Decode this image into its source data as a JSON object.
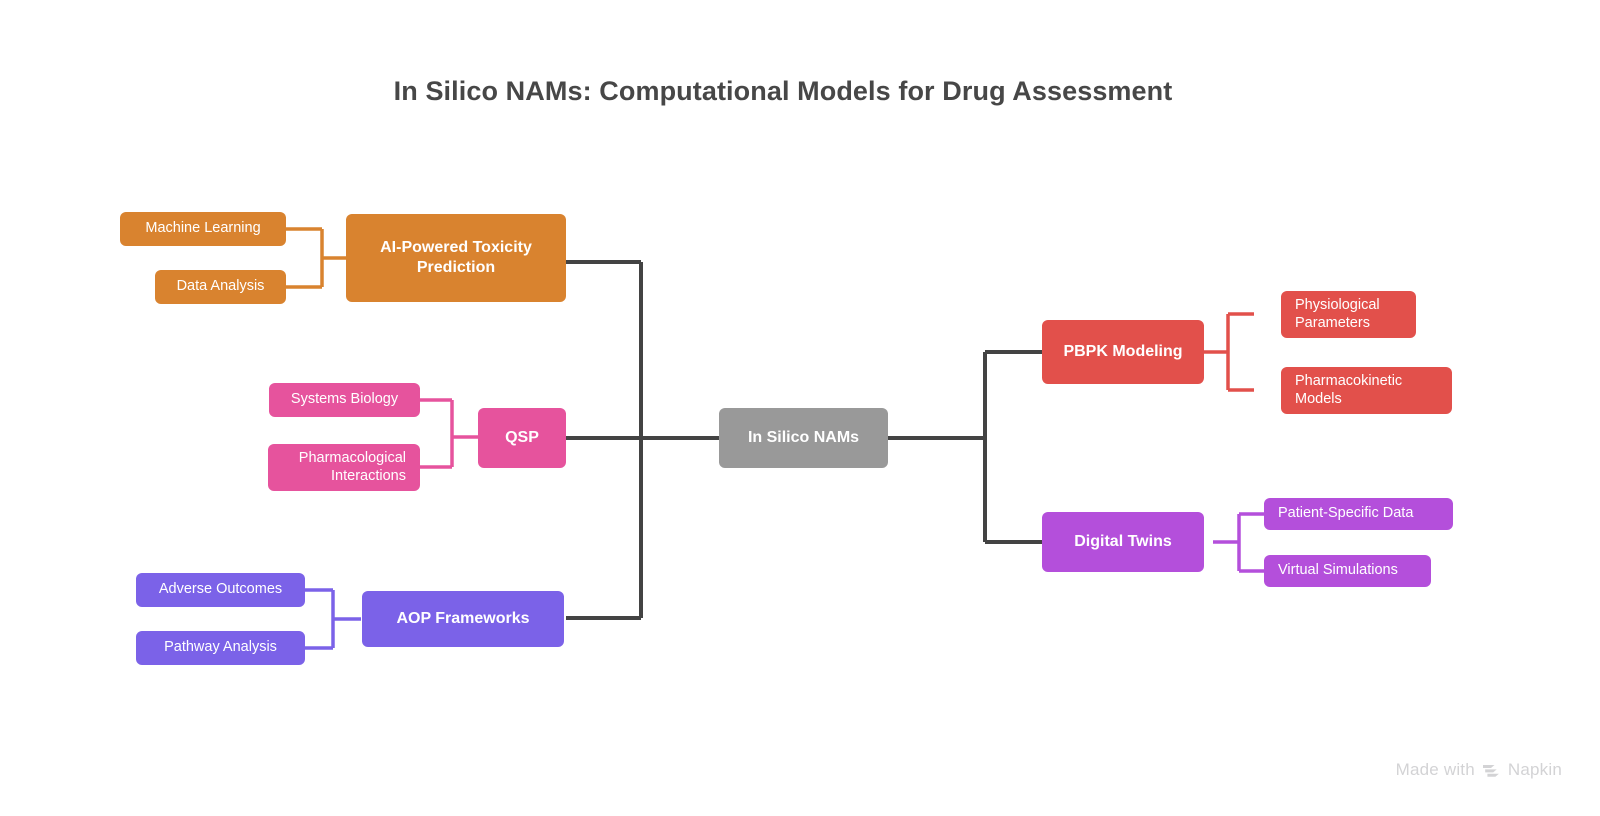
{
  "title": "In Silico NAMs: Computational Models for Drug Assessment",
  "colors": {
    "background": "#ffffff",
    "title_text": "#474747",
    "trunk_line": "#434343",
    "root": "#999999",
    "orange": "#d9832f",
    "pink": "#e6539d",
    "violet": "#7b62e8",
    "red": "#e2504b",
    "magenta": "#b44fdb",
    "watermark_text": "#d3d3d5"
  },
  "root": {
    "label": "In Silico NAMs",
    "color": "#999999"
  },
  "branches": [
    {
      "id": "ai-powered-toxicity-prediction",
      "side": "left",
      "label": "AI-Powered Toxicity Prediction",
      "color": "#d9832f",
      "children": [
        {
          "label": "Machine Learning"
        },
        {
          "label": "Data Analysis"
        }
      ]
    },
    {
      "id": "qsp",
      "side": "left",
      "label": "QSP",
      "color": "#e6539d",
      "children": [
        {
          "label": "Systems Biology"
        },
        {
          "label": "Pharmacological Interactions"
        }
      ]
    },
    {
      "id": "aop-frameworks",
      "side": "left",
      "label": "AOP Frameworks",
      "color": "#7b62e8",
      "children": [
        {
          "label": "Adverse Outcomes"
        },
        {
          "label": "Pathway Analysis"
        }
      ]
    },
    {
      "id": "pbpk-modeling",
      "side": "right",
      "label": "PBPK Modeling",
      "color": "#e2504b",
      "children": [
        {
          "label": "Physiological Parameters"
        },
        {
          "label": "Pharmacokinetic Models"
        }
      ]
    },
    {
      "id": "digital-twins",
      "side": "right",
      "label": "Digital Twins",
      "color": "#b44fdb",
      "children": [
        {
          "label": "Patient-Specific Data"
        },
        {
          "label": "Virtual Simulations"
        }
      ]
    }
  ],
  "watermark": {
    "text": "Made with",
    "brand": "Napkin",
    "logo_icon": "napkin-chevrons-icon"
  }
}
